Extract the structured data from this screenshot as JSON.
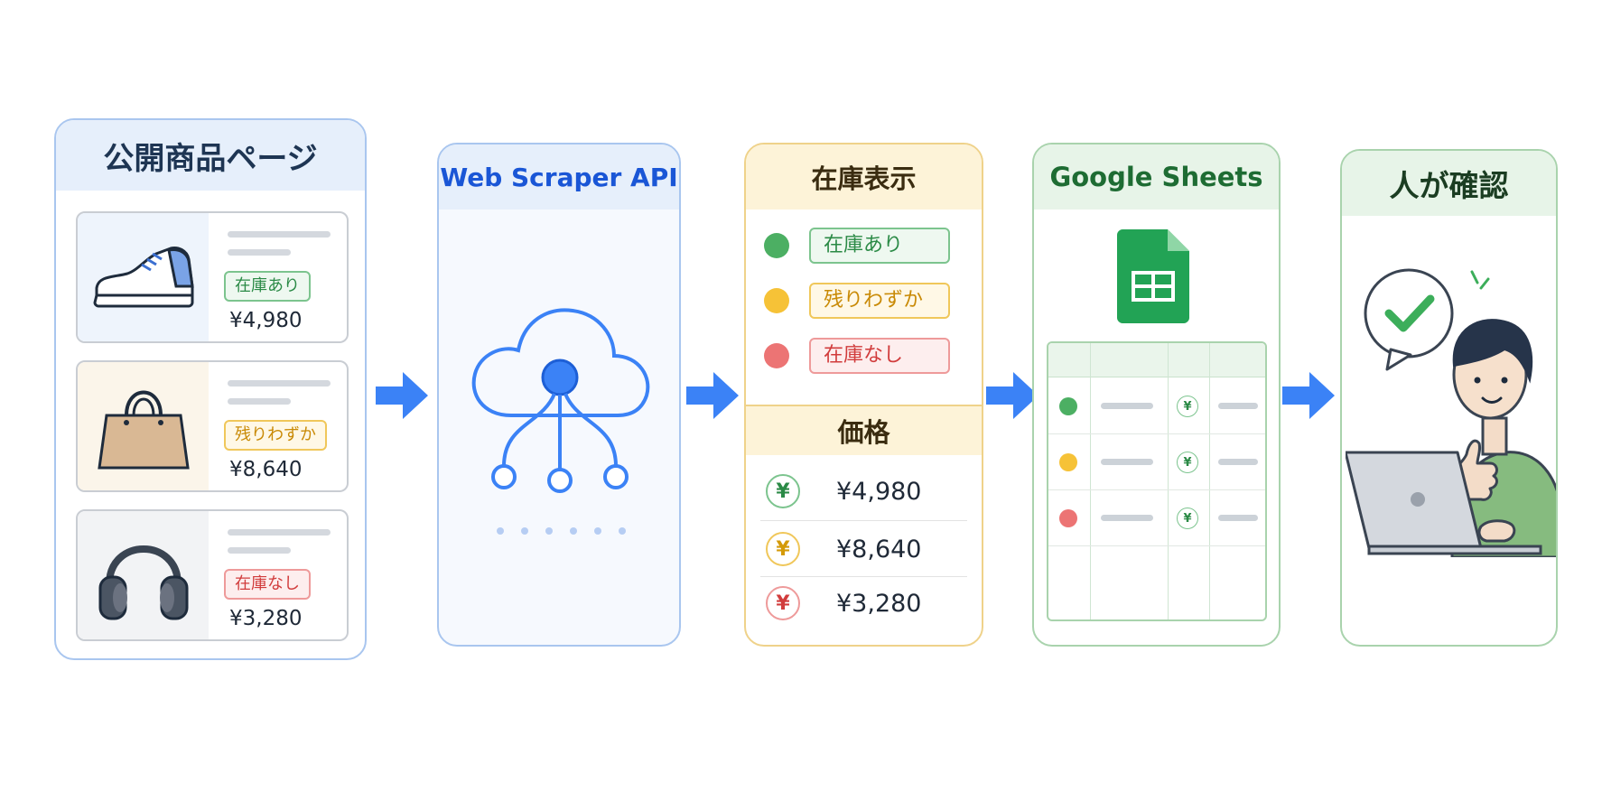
{
  "source": {
    "title": "公開商品ページ",
    "products": [
      {
        "icon": "sneaker-icon",
        "status": "在庫あり",
        "status_level": "green",
        "price": "¥4,980"
      },
      {
        "icon": "handbag-icon",
        "status": "残りわずか",
        "status_level": "yellow",
        "price": "¥8,640"
      },
      {
        "icon": "headphones-icon",
        "status": "在庫なし",
        "status_level": "red",
        "price": "¥3,280"
      }
    ]
  },
  "api": {
    "title": "Web Scraper API",
    "icon": "cloud-network-icon"
  },
  "extract": {
    "stock_title": "在庫表示",
    "stock_items": [
      {
        "label": "在庫あり",
        "level": "green"
      },
      {
        "label": "残りわずか",
        "level": "yellow"
      },
      {
        "label": "在庫なし",
        "level": "red"
      }
    ],
    "price_title": "価格",
    "prices": [
      {
        "symbol": "¥",
        "value": "¥4,980",
        "level": "green"
      },
      {
        "symbol": "¥",
        "value": "¥8,640",
        "level": "yellow"
      },
      {
        "symbol": "¥",
        "value": "¥3,280",
        "level": "red"
      }
    ]
  },
  "sheets": {
    "title": "Google Sheets",
    "icon": "google-sheets-icon",
    "rows": [
      {
        "level": "green",
        "symbol": "¥"
      },
      {
        "level": "yellow",
        "symbol": "¥"
      },
      {
        "level": "red",
        "symbol": "¥"
      }
    ]
  },
  "review": {
    "title": "人が確認",
    "icon": "person-reviewing-laptop-icon"
  },
  "colors": {
    "green": "#4caf63",
    "yellow": "#f6c237",
    "red": "#ec7474",
    "arrow": "#3b82f6"
  }
}
